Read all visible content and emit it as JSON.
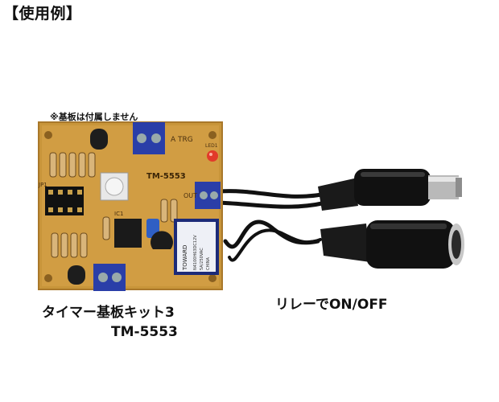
{
  "header": {
    "title": "【使用例】"
  },
  "note": "※基板は付属しません",
  "board": {
    "model_label": "TM-5553",
    "relay_brand": "TOWARD",
    "relay_lines": [
      "N4100H63DC12V",
      "5A/250VAC",
      "CHINA"
    ],
    "led_label": "LED1",
    "terminal_top_label": "A TRG",
    "terminal_out_label": "OUT",
    "jumper_label": "JP1",
    "ic_label": "IC1"
  },
  "captions": {
    "left_line1": "タイマー基板キット3",
    "left_line2": "TM-5553",
    "right": "リレーでON/OFF"
  }
}
